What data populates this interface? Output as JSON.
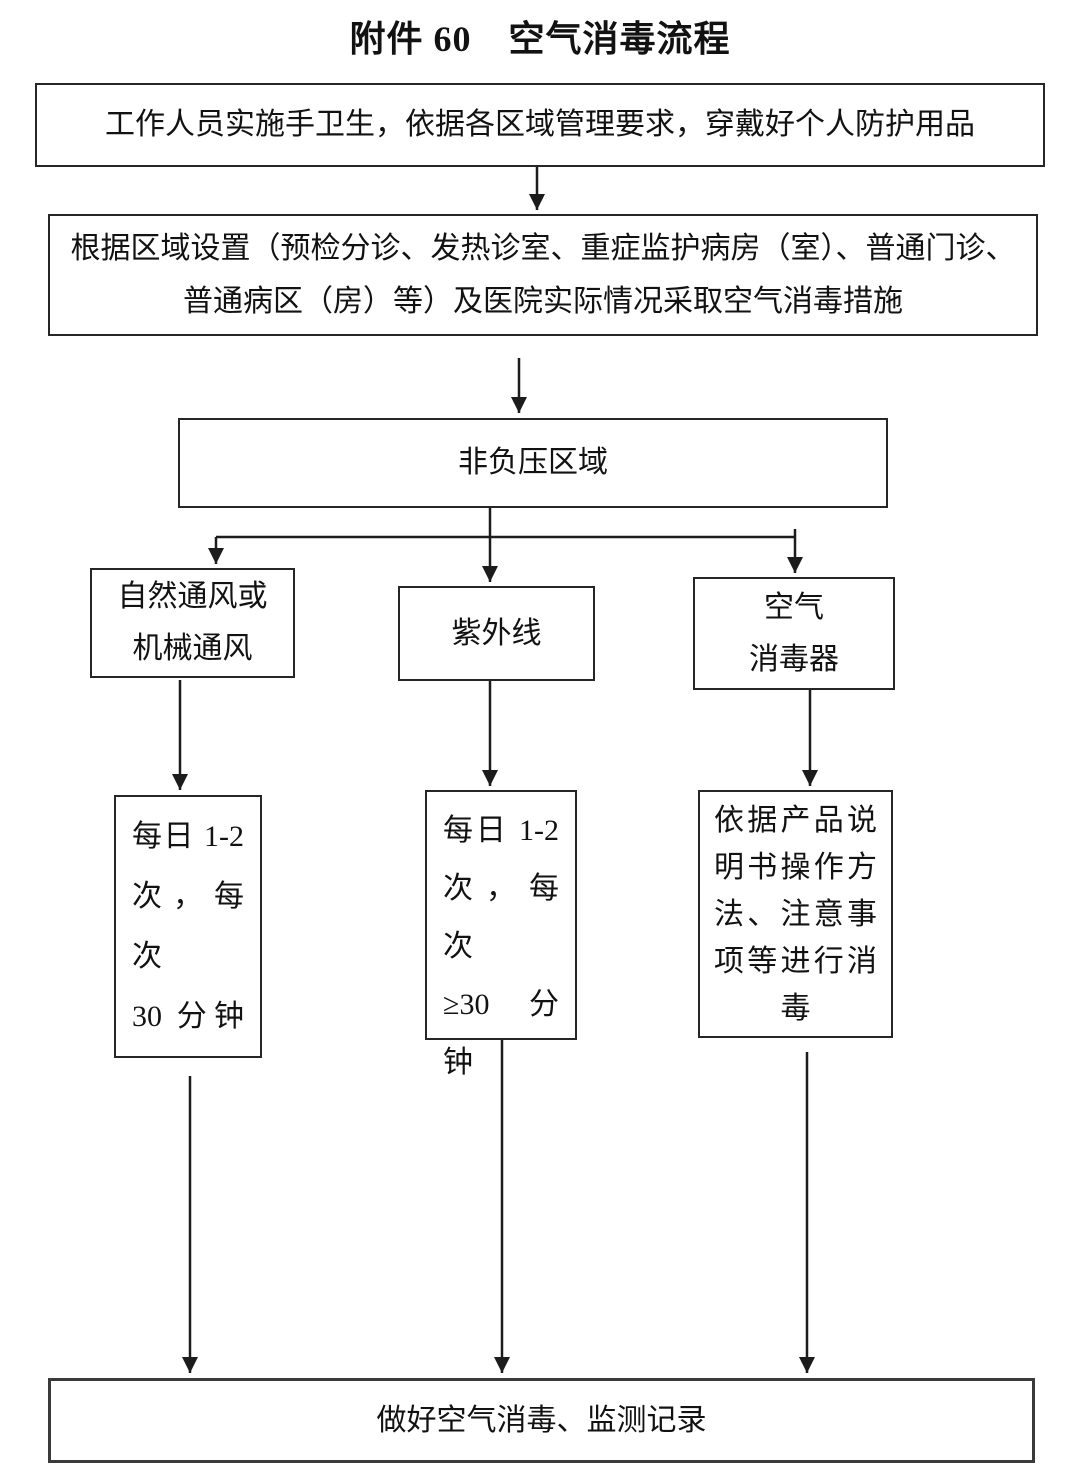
{
  "title": "附件 60　空气消毒流程",
  "colors": {
    "background": "#ffffff",
    "line": "#1c1c1c",
    "border": "#262626",
    "text": "#121212"
  },
  "flowchart": {
    "step1": {
      "text": "工作人员实施手卫生，依据各区域管理要求，穿戴好个人防护用品"
    },
    "step2": {
      "lines": [
        "根据区域设置（预检分诊、发热诊室、重症监护病房（室）、普通门诊、",
        "普通病区（房）等）及医院实际情况采取空气消毒措施"
      ]
    },
    "step3": {
      "text": "非负压区域"
    },
    "branches": [
      {
        "id": "ventilation",
        "title_lines": [
          "自然通风或",
          "机械通风"
        ],
        "detail_lines": [
          "每日 1-2",
          "次，每次",
          "30 分钟"
        ]
      },
      {
        "id": "uv",
        "title_lines": [
          "紫外线"
        ],
        "detail_lines": [
          "每日 1-2",
          "次，每次",
          "≥30 分",
          "钟"
        ]
      },
      {
        "id": "air-disinfector",
        "title_lines": [
          "空气",
          "消毒器"
        ],
        "detail_lines": [
          "依据产品说",
          "明书操作方",
          "法、注意事",
          "项等进行消",
          "毒"
        ]
      }
    ],
    "final": {
      "text": "做好空气消毒、监测记录"
    }
  }
}
